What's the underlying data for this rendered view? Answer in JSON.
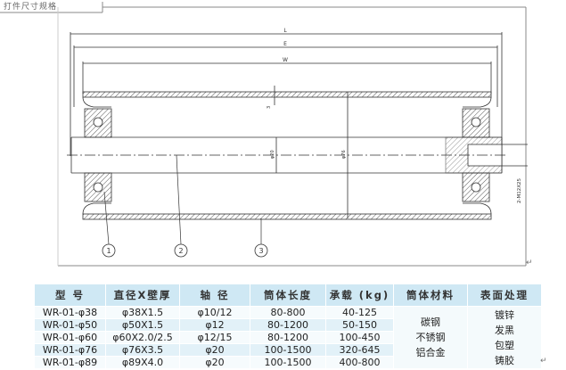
{
  "caption": "打件尺寸规格",
  "drawing": {
    "dim_labels": [
      "L",
      "E",
      "W",
      "3",
      "φ20",
      "φ76",
      "2-M12X25"
    ],
    "balloons": [
      "1",
      "2",
      "3"
    ]
  },
  "table": {
    "headers": [
      "型 号",
      "直径X壁厚",
      "轴 径",
      "筒体长度",
      "承载 (kg)",
      "筒体材料",
      "表面处理"
    ],
    "rows": [
      [
        "WR-01-φ38",
        "φ38X1.5",
        "φ10/12",
        "80-800",
        "40-125"
      ],
      [
        "WR-01-φ50",
        "φ50X1.5",
        "φ12",
        "80-1200",
        "50-150"
      ],
      [
        "WR-01-φ60",
        "φ60X2.0/2.5",
        "φ12/15",
        "80-1200",
        "100-450"
      ],
      [
        "WR-01-φ76",
        "φ76X3.5",
        "φ20",
        "100-1500",
        "320-645"
      ],
      [
        "WR-01-φ89",
        "φ89X4.0",
        "φ20",
        "100-1500",
        "400-800"
      ]
    ],
    "materials": [
      "碳钢",
      "不锈钢",
      "铝合金"
    ],
    "finishes": [
      "镀锌",
      "发黑",
      "包塑",
      "铸胶"
    ]
  },
  "return_mark": "↵"
}
